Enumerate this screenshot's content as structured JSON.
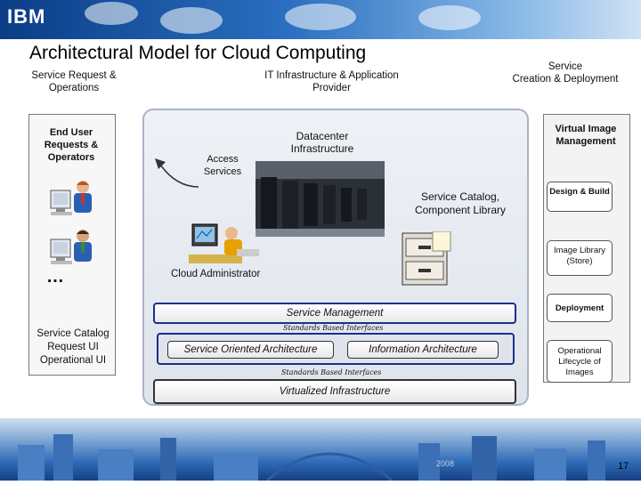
{
  "logo": "IBM",
  "title": "Architectural Model for Cloud Computing",
  "headers": {
    "service_request": "Service Request & Operations",
    "it_infra": "IT Infrastructure & Application Provider",
    "service_creation_1": "Service",
    "service_creation_2": "Creation & Deployment"
  },
  "left": {
    "end_user": "End User Requests & Operators",
    "dots": "…",
    "catalog_ui": "Service Catalog Request UI Operational UI"
  },
  "center": {
    "access_services": "Access Services",
    "datacenter": "Datacenter Infrastructure",
    "service_catalog": "Service Catalog, Component Library",
    "cloud_admin": "Cloud Administrator",
    "service_mgmt": "Service Management",
    "std_top": "Standards Based Interfaces",
    "soa": "Service Oriented Architecture",
    "info_arch": "Information Architecture",
    "std_bottom": "Standards Based Interfaces",
    "virtualized": "Virtualized Infrastructure"
  },
  "right": {
    "virtual_image": "Virtual Image Management",
    "design_build": "Design & Build",
    "image_library": "Image Library (Store)",
    "deployment": "Deployment",
    "lifecycle": "Operational Lifecycle of Images"
  },
  "footer": {
    "year": "2008",
    "page": "17"
  },
  "colors": {
    "accent": "#1c2f8c",
    "band": "#2a6fc0"
  }
}
